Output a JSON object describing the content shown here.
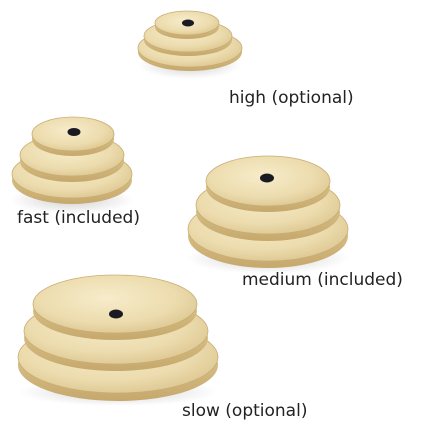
{
  "labels": {
    "high": "high (optional)",
    "fast": "fast (included)",
    "medium": "medium (included)",
    "slow": "slow (optional)"
  },
  "colors": {
    "wood_light": "#efe0b4",
    "wood_mid": "#dcc48c",
    "wood_dark": "#c9ad72",
    "hole": "#1a1a22",
    "text": "#222222"
  }
}
